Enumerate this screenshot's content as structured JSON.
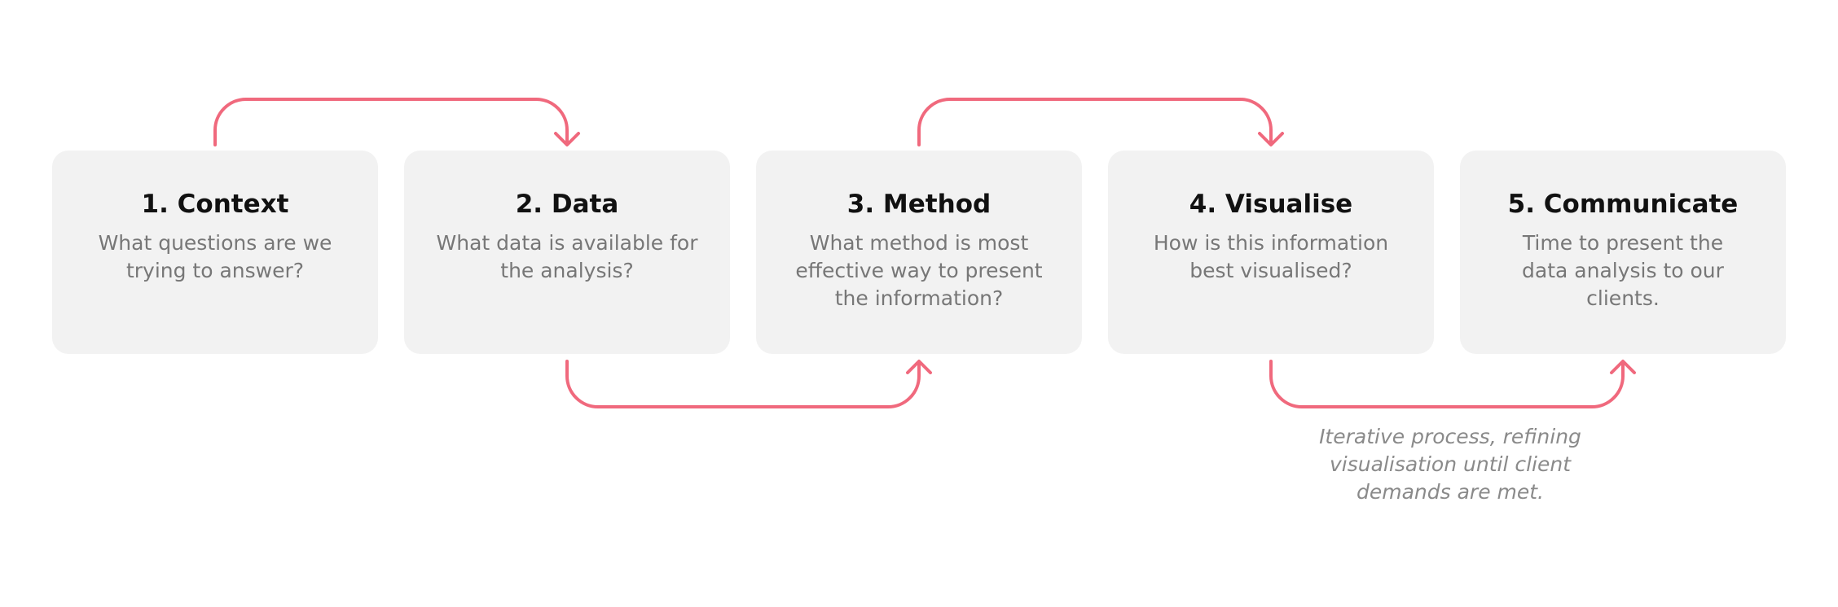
{
  "steps": [
    {
      "title": "1. Context",
      "description": "What questions are we trying to answer?"
    },
    {
      "title": "2. Data",
      "description": "What data is available for the analysis?"
    },
    {
      "title": "3. Method",
      "description": "What method is most effective way to present the information?"
    },
    {
      "title": "4. Visualise",
      "description": "How is this information best visualised?"
    },
    {
      "title": "5. Communicate",
      "description": "Time to present the data analysis to our clients."
    }
  ],
  "note": "Iterative process, refining visualisation until client demands are met.",
  "colors": {
    "arrow": "#f0697d",
    "card_background": "#f2f2f2",
    "title": "#111111",
    "description": "#777777",
    "note": "#8a8a8a"
  }
}
